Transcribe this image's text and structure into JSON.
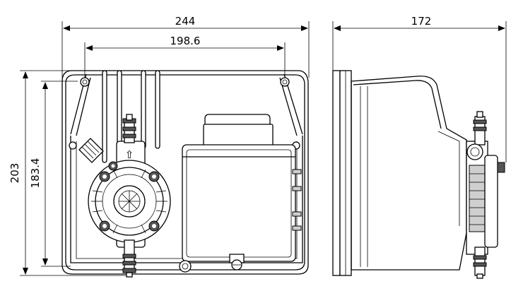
{
  "drawing": {
    "dimensions": {
      "overall_width": "244",
      "hole_spacing": "198.6",
      "overall_height": "203",
      "inner_height": "183.4",
      "depth": "172"
    },
    "arrow_symbol": "⇧"
  }
}
